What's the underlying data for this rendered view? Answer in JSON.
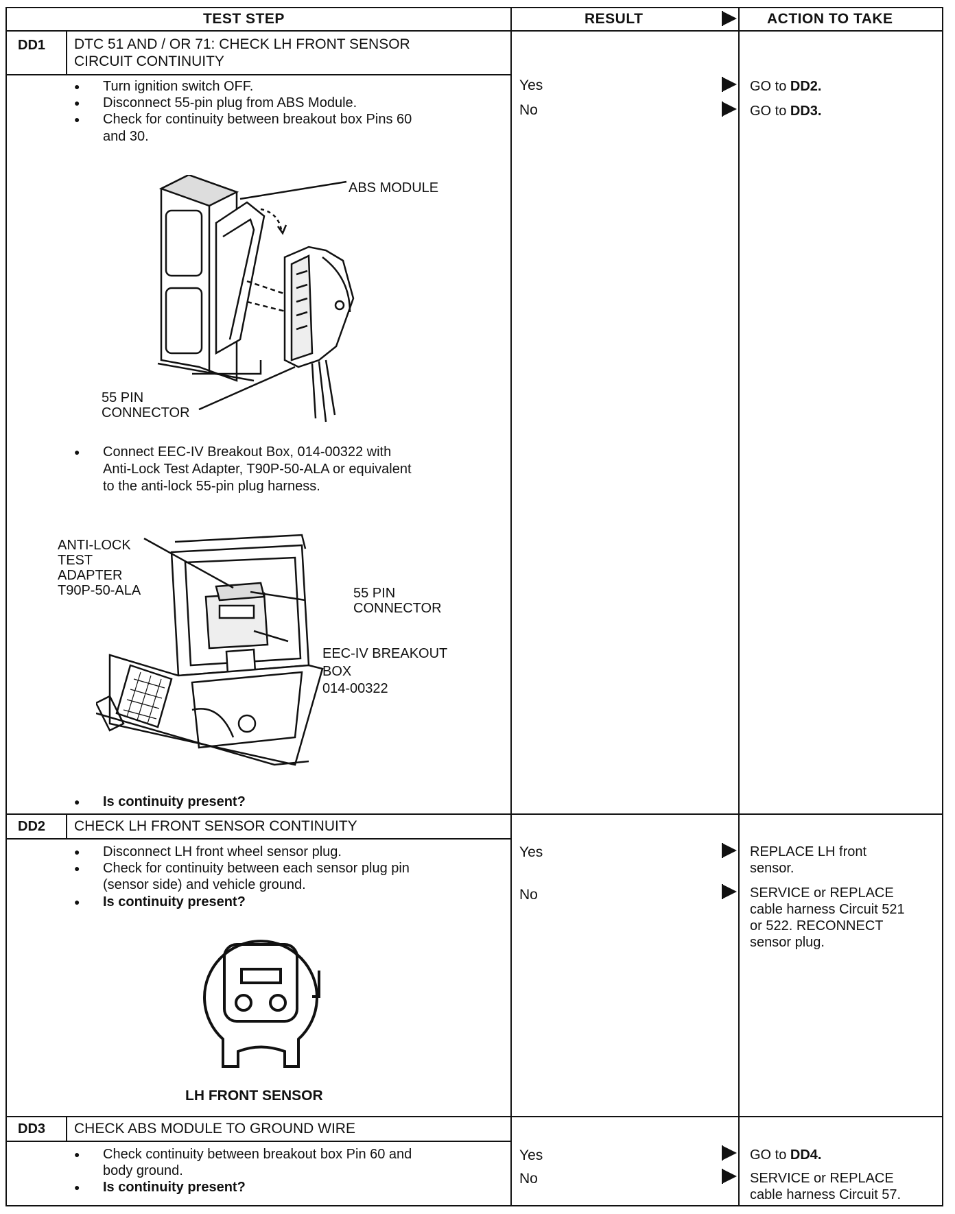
{
  "header": {
    "test_step": "TEST STEP",
    "result": "RESULT",
    "action": "ACTION TO TAKE"
  },
  "dd1": {
    "code": "DD1",
    "title_line1": "DTC 51 AND / OR 71: CHECK LH FRONT SENSOR",
    "title_line2": "CIRCUIT CONTINUITY",
    "steps": [
      "Turn ignition switch OFF.",
      "Disconnect 55-pin plug from ABS Module.",
      "Check for continuity between breakout box Pins 60",
      "and 30."
    ],
    "figure1": {
      "abs_module": "ABS MODULE",
      "connector_line1": "55 PIN",
      "connector_line2": "CONNECTOR"
    },
    "step_connect": [
      "Connect EEC-IV Breakout Box, 014-00322 with",
      "Anti-Lock Test Adapter, T90P-50-ALA or equivalent",
      "to the anti-lock 55-pin plug harness."
    ],
    "figure2": {
      "adapter_line1": "ANTI-LOCK",
      "adapter_line2": "TEST",
      "adapter_line3": "ADAPTER",
      "adapter_line4": "T90P-50-ALA",
      "pin_line1": "55 PIN",
      "pin_line2": "CONNECTOR",
      "box_line1": "EEC-IV BREAKOUT",
      "box_line2": "BOX",
      "box_line3": "014-00322"
    },
    "question": "Is continuity present?",
    "results": [
      "Yes",
      "No"
    ],
    "actions": [
      {
        "prefix": "GO to ",
        "target": "DD2",
        "suffix": "."
      },
      {
        "prefix": "GO to ",
        "target": "DD3",
        "suffix": "."
      }
    ]
  },
  "dd2": {
    "code": "DD2",
    "title": "CHECK LH FRONT SENSOR CONTINUITY",
    "steps": [
      "Disconnect LH front wheel sensor plug.",
      "Check for continuity between each sensor plug pin",
      "(sensor side) and vehicle ground."
    ],
    "question": "Is continuity present?",
    "figure_label": "LH FRONT SENSOR",
    "results": [
      "Yes",
      "No"
    ],
    "action_yes": [
      "REPLACE LH front",
      "sensor."
    ],
    "action_no": [
      "SERVICE or REPLACE",
      "cable harness Circuit 521",
      "or 522. RECONNECT",
      "sensor plug."
    ]
  },
  "dd3": {
    "code": "DD3",
    "title": "CHECK ABS MODULE TO GROUND WIRE",
    "steps": [
      "Check continuity between breakout box Pin 60 and",
      "body ground."
    ],
    "question": "Is continuity present?",
    "results": [
      "Yes",
      "No"
    ],
    "action_yes": {
      "prefix": "GO to ",
      "target": "DD4",
      "suffix": "."
    },
    "action_no": [
      "SERVICE or REPLACE",
      "cable harness Circuit 57."
    ]
  }
}
